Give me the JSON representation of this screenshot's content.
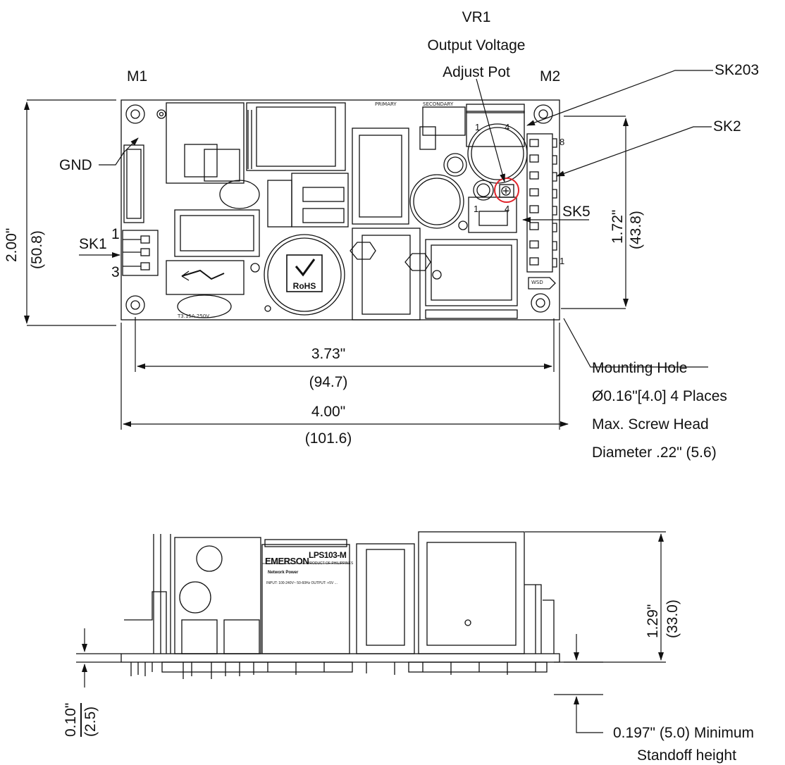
{
  "top_view": {
    "vr1": {
      "ref": "VR1",
      "line1": "Output Voltage",
      "line2": "Adjust Pot"
    },
    "m1": "M1",
    "m2": "M2",
    "sk203": "SK203",
    "sk2": "SK2",
    "gnd": "GND",
    "sk5": "SK5",
    "sk1": "SK1",
    "sk1_pin_first": "1",
    "sk1_pin_last": "3",
    "sk2_pin_first": "8",
    "sk2_pin_last": "1",
    "sk203_pins": [
      "1",
      "4"
    ],
    "sk5_pins": [
      "1",
      "4"
    ],
    "rohs": "RoHS",
    "dims": {
      "height_in": "2.00\"",
      "height_mm": "(50.8)",
      "hole_spacing_y_in": "1.72\"",
      "hole_spacing_y_mm": "(43.8)",
      "hole_spacing_x_in": "3.73\"",
      "hole_spacing_x_mm": "(94.7)",
      "width_in": "4.00\"",
      "width_mm": "(101.6)"
    },
    "mounting_hole": {
      "line1": "Mounting Hole",
      "line2": "Ø0.16\"[4.0] 4 Places",
      "line3": "Max. Screw Head",
      "line4": "Diameter .22\" (5.6)"
    },
    "pcb_marks": {
      "primary": "PRIMARY",
      "secondary": "SECONDARY",
      "fuse": "T3.15A 250V",
      "wsd": "WSD"
    }
  },
  "side_view": {
    "brand": "EMERSON",
    "brand_sub": "Network Power",
    "model": "LPS103-M",
    "origin": "PRODUCT OF PHILIPPINES",
    "rating": "INPUT: 100-240V~ 50-60Hz   OUTPUT: +5V ...",
    "dims": {
      "height_in": "1.29\"",
      "height_mm": "(33.0)",
      "pcb_in": "0.10\"",
      "pcb_mm": "(2.5)"
    },
    "standoff": {
      "line1": "0.197\" (5.0) Minimum",
      "line2": "Standoff height"
    }
  },
  "colors": {
    "ink": "#111111",
    "highlight": "#e0242b",
    "paper": "#ffffff"
  }
}
